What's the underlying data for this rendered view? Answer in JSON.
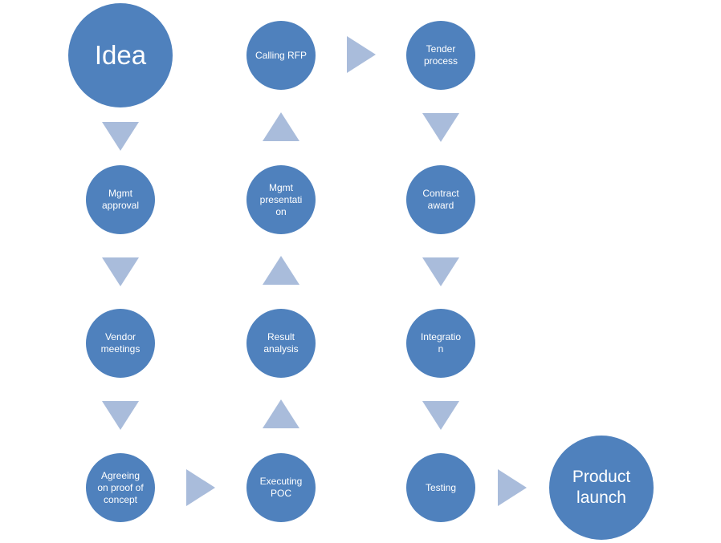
{
  "nodes": {
    "idea": "Idea",
    "mgmt_approval": "Mgmt approval",
    "vendor_meetings": "Vendor meetings",
    "agreeing_poc": "Agreeing on proof of concept",
    "executing_poc": "Executing POC",
    "result_analysis": "Result analysis",
    "mgmt_presentation": "Mgmt presentati on",
    "calling_rfp": "Calling RFP",
    "tender_process": "Tender process",
    "contract_award": "Contract award",
    "integration": "Integratio n",
    "testing": "Testing",
    "product_launch": "Product launch"
  },
  "colors": {
    "node_fill": "#4f81bd",
    "arrow_fill": "#a9bcdb",
    "text": "#ffffff"
  }
}
